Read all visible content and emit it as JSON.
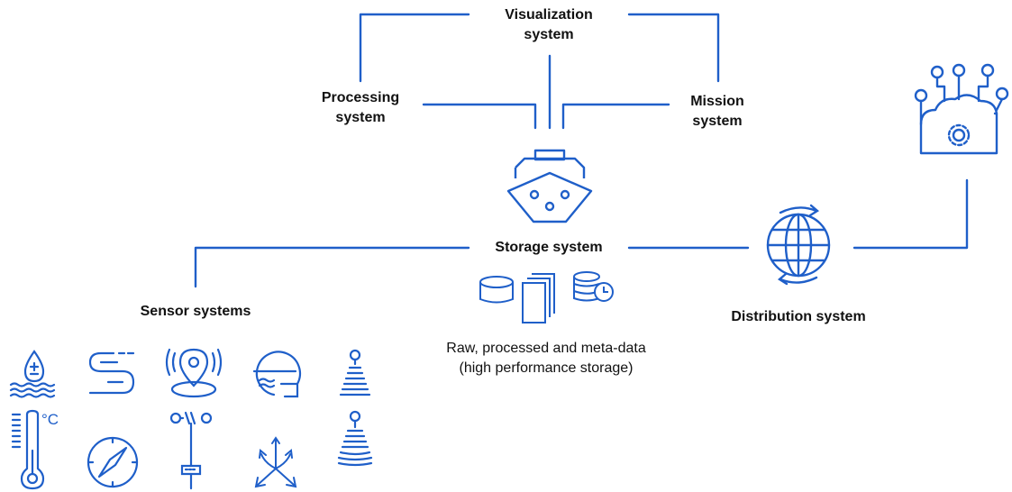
{
  "accent_color": "#1f5fc9",
  "nodes": {
    "visualization": {
      "line1": "Visualization",
      "line2": "system"
    },
    "processing": {
      "line1": "Processing",
      "line2": "system"
    },
    "mission": {
      "line1": "Mission",
      "line2": "system"
    },
    "storage": {
      "label": "Storage system"
    },
    "sensors": {
      "label": "Sensor systems"
    },
    "distribution": {
      "label": "Distribution system"
    }
  },
  "storage_caption": {
    "line1": "Raw, processed and meta-data",
    "line2": "(high performance storage)"
  },
  "temperature_unit": "°C"
}
